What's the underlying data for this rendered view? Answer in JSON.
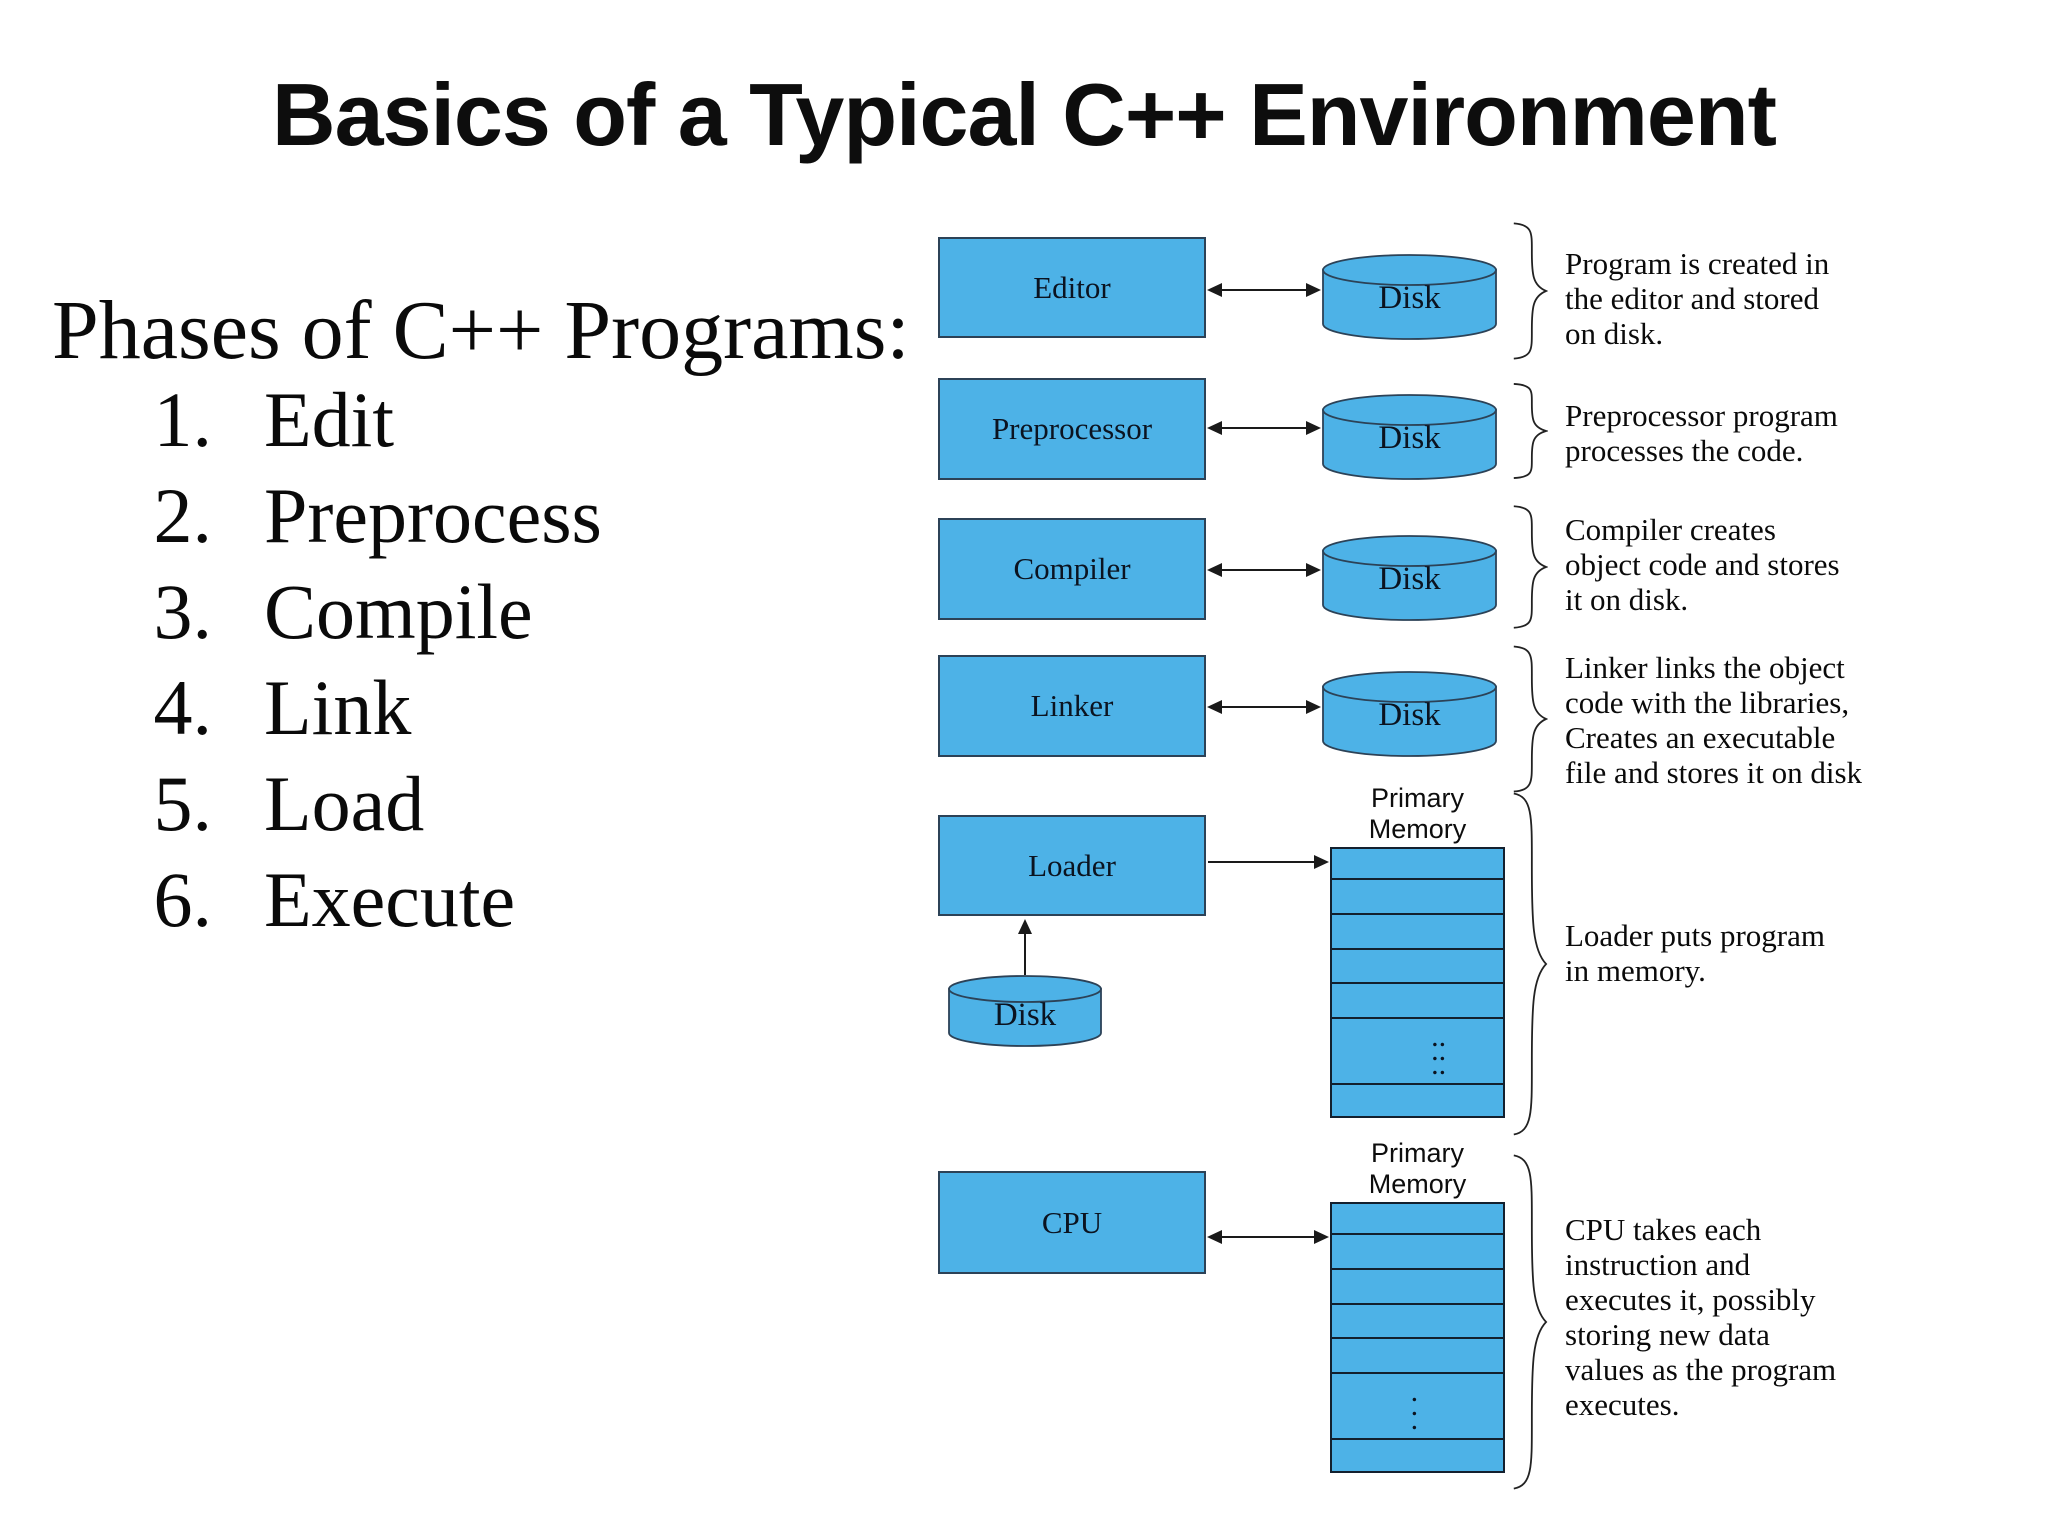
{
  "title": "Basics of a Typical C++ Environment",
  "phases": {
    "heading": "Phases of C++ Programs:",
    "items": [
      {
        "num": "1.",
        "label": "Edit"
      },
      {
        "num": "2.",
        "label": "Preprocess"
      },
      {
        "num": "3.",
        "label": "Compile"
      },
      {
        "num": "4.",
        "label": "Link"
      },
      {
        "num": "5.",
        "label": "Load"
      },
      {
        "num": "6.",
        "label": "Execute"
      }
    ]
  },
  "colors": {
    "box_fill": "#4db2e7",
    "box_border": "#2c4257",
    "line": "#1a1a1a",
    "text": "#0a0a0a"
  },
  "flow": {
    "rows": [
      {
        "box": "Editor",
        "disk": "Disk",
        "note": "Program is created in\nthe editor and stored\non disk."
      },
      {
        "box": "Preprocessor",
        "disk": "Disk",
        "note": "Preprocessor program\nprocesses the code."
      },
      {
        "box": "Compiler",
        "disk": "Disk",
        "note": "Compiler creates\nobject code and stores\nit on disk."
      },
      {
        "box": "Linker",
        "disk": "Disk",
        "note": "Linker links the object\ncode with the libraries,\nCreates an executable\nfile and stores it on disk"
      }
    ],
    "loader": {
      "box": "Loader",
      "disk": "Disk",
      "memory_title": "Primary\nMemory",
      "dots": "..\n..\n..",
      "note": "Loader puts program\nin memory."
    },
    "cpu": {
      "box": "CPU",
      "memory_title": "Primary\nMemory",
      "dots": ".\n.\n.",
      "note": "CPU takes each\ninstruction and\nexecutes it, possibly\nstoring new data\nvalues as the program\nexecutes."
    }
  }
}
